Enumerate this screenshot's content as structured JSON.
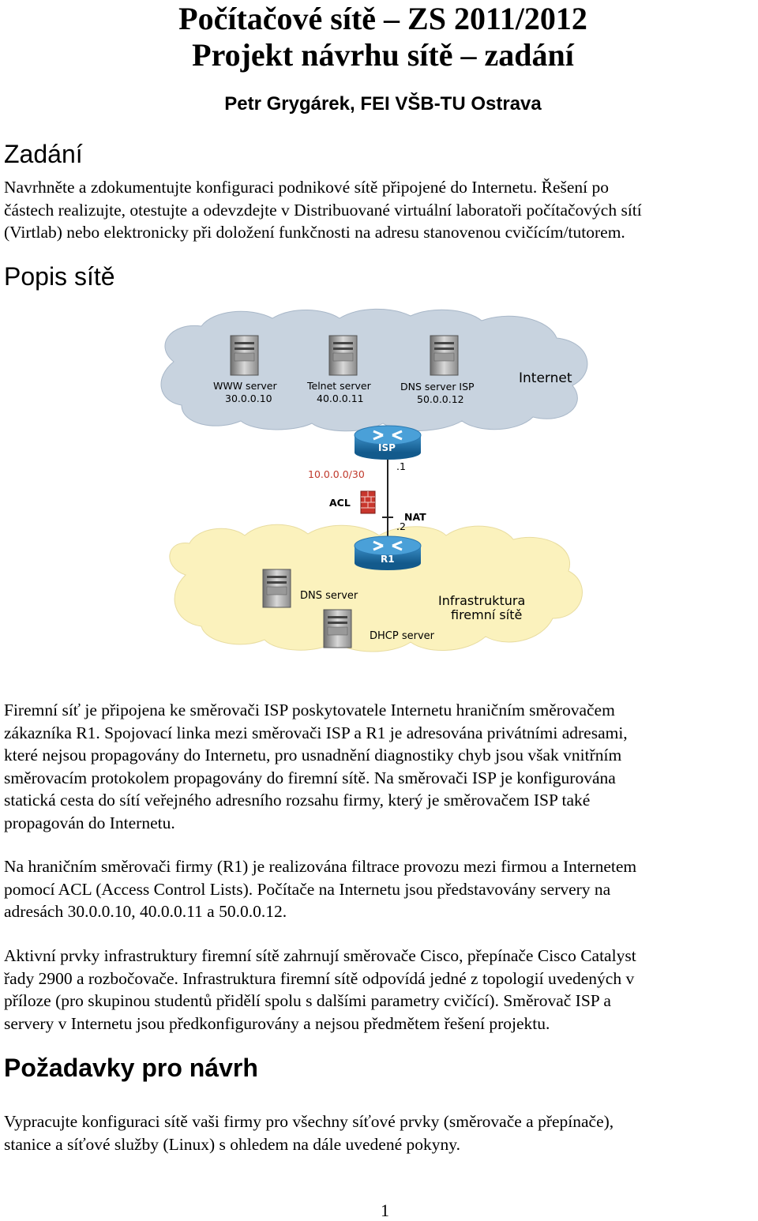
{
  "doc": {
    "title_line1": "Počítačové sítě – ZS 2011/2012",
    "title_line2": "Projekt návrhu sítě – zadání",
    "author": "Petr Grygárek, FEI VŠB-TU Ostrava",
    "page_number": "1"
  },
  "sections": {
    "zadani": {
      "heading": "Zadání",
      "lines": [
        "Navrhněte a zdokumentujte konfiguraci podnikové sítě  připojené do Internetu.  Řešení po",
        "částech realizujte, otestujte a odevzdejte v Distribuované virtuální laboratoři počítačových sítí",
        "(Virtlab) nebo elektronicky při doložení funkčnosti na adresu stanovenou cvičícím/tutorem."
      ]
    },
    "popis": {
      "heading": "Popis sítě",
      "p1": [
        "Firemní síť je připojena ke směrovači ISP poskytovatele Internetu hraničním směrovačem",
        "zákazníka R1. Spojovací linka mezi směrovači ISP a R1 je adresována privátními adresami,",
        "které nejsou propagovány do Internetu, pro usnadnění diagnostiky chyb jsou však vnitřním",
        "směrovacím protokolem propagovány do firemní sítě.  Na směrovači ISP je konfigurována",
        "statická cesta do sítí veřejného adresního rozsahu firmy, který je směrovačem ISP také",
        "propagován do Internetu."
      ],
      "p2": [
        "Na hraničním směrovači firmy (R1) je realizována filtrace provozu mezi firmou a Internetem",
        "pomocí ACL (Access Control Lists). Počítače na Internetu jsou představovány servery na",
        "adresách 30.0.0.10, 40.0.0.11 a 50.0.0.12."
      ],
      "p3": [
        "Aktivní prvky infrastruktury firemní sítě zahrnují směrovače Cisco, přepínače Cisco Catalyst",
        "řady 2900 a rozbočovače. Infrastruktura firemní sítě odpovídá jedné z topologií uvedených v",
        "příloze (pro skupinou studentů přidělí spolu s dalšími parametry cvičící). Směrovač ISP a",
        "servery v Internetu jsou  předkonfigurovány a nejsou předmětem řešení projektu."
      ]
    },
    "pozadavky": {
      "heading": "Požadavky pro návrh",
      "lines": [
        "Vypracujte konfiguraci sítě vaši firmy pro všechny síťové prvky (směrovače a přepínače),",
        "stanice a síťové služby (Linux) s ohledem na dále uvedené pokyny."
      ]
    }
  },
  "diagram": {
    "internet_label": "Internet",
    "servers": [
      {
        "name": "WWW server",
        "ip": "30.0.0.10"
      },
      {
        "name": "Telnet server",
        "ip": "40.0.0.11"
      },
      {
        "name": "DNS server ISP",
        "ip": "50.0.0.12"
      }
    ],
    "isp_label": "ISP",
    "r1_label": "R1",
    "link_net": "10.0.0.0/30",
    "isp_if": ".1",
    "r1_if": ".2",
    "acl_label": "ACL",
    "nat_label": "NAT",
    "corp_dns": "DNS server",
    "corp_dhcp": "DHCP  server",
    "corp_label_line1": "Infrastruktura",
    "corp_label_line2": "firemní sítě",
    "colors": {
      "cloud": "#c8d3df",
      "router": "#1d6ea6",
      "link_net": "#c0392b"
    }
  }
}
